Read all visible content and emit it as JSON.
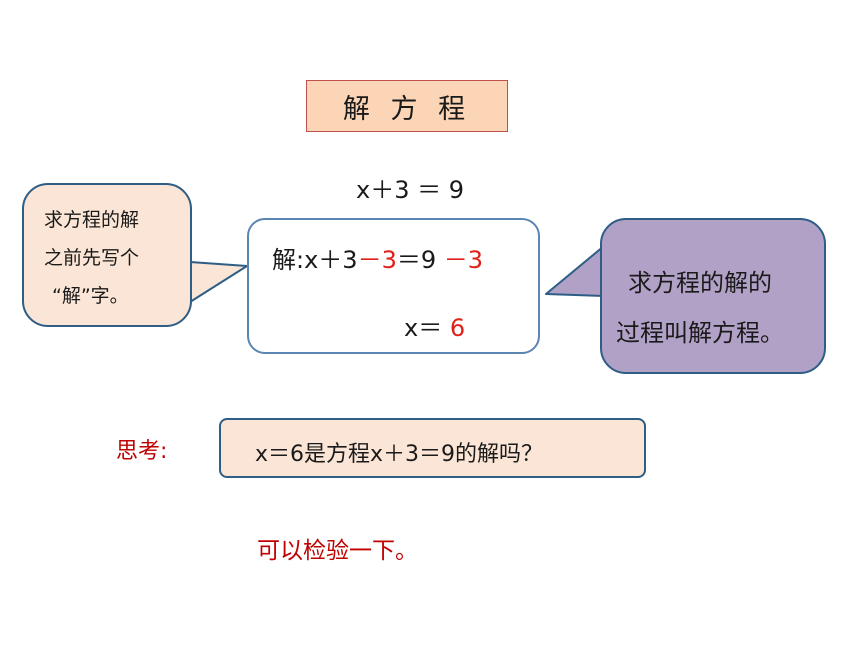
{
  "title": "解 方 程",
  "equation": "x＋3 ＝ 9",
  "left_note": {
    "lines": [
      "求方程的解",
      "之前先写个",
      "“解”字。"
    ]
  },
  "solution": {
    "line1_prefix": "解:",
    "line1_a": "x＋3",
    "line1_minus1": "－3",
    "line1_b": "＝9 ",
    "line1_minus2": "－3",
    "line2_prefix": "x＝ ",
    "line2_value": "6"
  },
  "right_note": {
    "lines": [
      "求方程的解的",
      "过程叫解方程。"
    ]
  },
  "think": {
    "label": "思考:",
    "question": "x＝6是方程x＋3＝9的解吗？"
  },
  "answer": "可以检验一下。",
  "colors": {
    "accent_red": "#e0201a",
    "title_bg": "#fbd5b5",
    "note_bg": "#fbe5d6",
    "purple_bg": "#b2a1c7",
    "border_blue": "#2e5d85"
  }
}
